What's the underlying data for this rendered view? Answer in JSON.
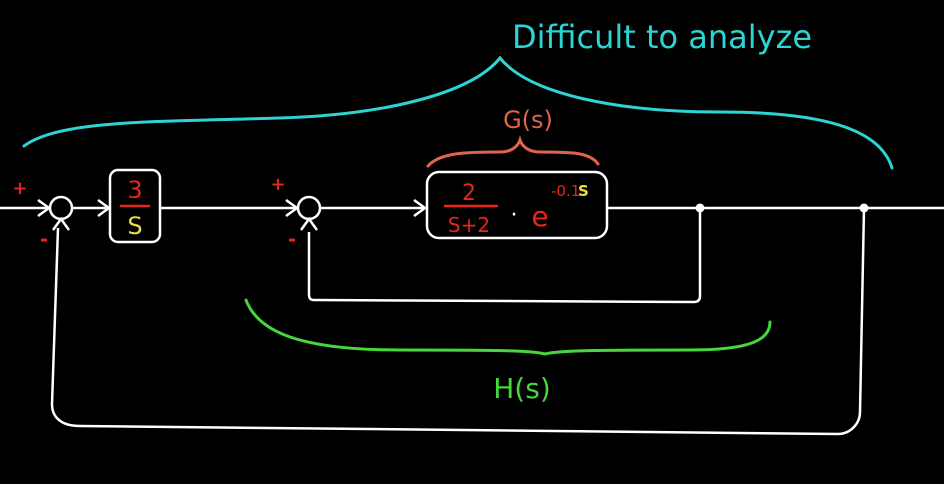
{
  "annotations": {
    "top_note": "Difficult to analyze",
    "inner_brace_label": "G(s)",
    "bottom_brace_label": "H(s)"
  },
  "signs": {
    "sum1_plus": "+",
    "sum1_minus": "-",
    "sum2_plus": "+",
    "sum2_minus": "-"
  },
  "block1": {
    "numerator": "3",
    "denominator": "S"
  },
  "block2": {
    "numerator": "2",
    "denominator": "S+2",
    "dot": "·",
    "exp_base": "e",
    "exp_power_coeff": "-0.1",
    "exp_power_var": "S"
  },
  "colors": {
    "background": "#000000",
    "wire": "#ffffff",
    "cyan": "#2ed3d3",
    "orange": "#e0664a",
    "green": "#44d83a",
    "red": "#e8241c",
    "yellow": "#e6e23a"
  }
}
